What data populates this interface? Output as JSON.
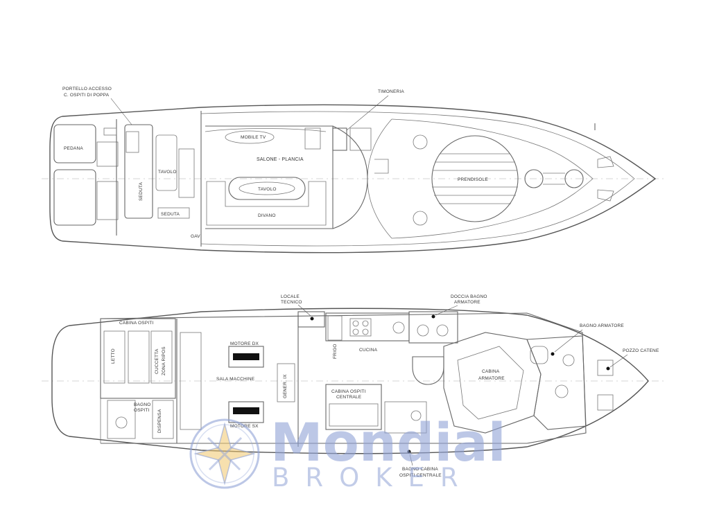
{
  "upper_deck": {
    "labels": {
      "portello_line1": "PORTELLO ACCESSO",
      "portello_line2": "C. OSPITI DI POPPA",
      "timoneria": "TIMONERIA",
      "pedana": "PEDANA",
      "mobile_tv": "MOBILE TV",
      "salone_plancia": "SALONE - PLANCIA",
      "tavolo_salone": "TAVOLO",
      "divano": "DIVANO",
      "prendisole": "PRENDISOLE",
      "tavolo_poppa": "TAVOLO",
      "seduta": "SEDUTA",
      "seduta_2": "SEDUTA",
      "gav": "GAV"
    }
  },
  "lower_deck": {
    "labels": {
      "locale_line1": "LOCALE",
      "locale_line2": "TECNICO",
      "doccia_line1": "DOCCIA BAGNO",
      "doccia_line2": "ARMATORE",
      "cabina_ospiti": "CABINA OSPITI",
      "bagno_armatore": "BAGNO ARMATORE",
      "pozzo_catene": "POZZO CATENE",
      "letto": "LETTO",
      "cuccetta_line1": "CUCCETTA",
      "cuccetta_line2": "ZONA RIPOS",
      "sala_macchine": "SALA MACCHINE",
      "motore_1": "MOTORE DX",
      "motore_2": "MOTORE SX",
      "cucina": "CUCINA",
      "cabina_arm_line1": "CABINA",
      "cabina_arm_line2": "ARMATORE",
      "genset": "GENER. IX",
      "cabina_centrale_line1": "CABINA OSPITI",
      "cabina_centrale_line2": "CENTRALE",
      "bagno_ospiti_line1": "BAGNO",
      "bagno_ospiti_line2": "OSPITI",
      "bagno_cabina_line1": "BAGNO CABINA",
      "bagno_cabina_line2": "OSPITI CENTRALE",
      "frigo": "FRIGO",
      "dispensa": "DISPENSA"
    }
  },
  "watermark": {
    "brand": "Mondial",
    "sub": "BROKER",
    "color": "#8fa2d6",
    "logo_icon": "compass-star-icon"
  }
}
